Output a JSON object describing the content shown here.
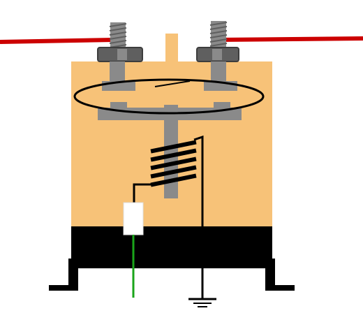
{
  "diagram": {
    "type": "solenoid-schematic",
    "colors": {
      "background": "#ffffff",
      "housing": "#f7c278",
      "base": "#000000",
      "metal": "#8a8a8a",
      "metal_dark": "#5f5f5f",
      "wire_supply": "#cc0000",
      "wire_signal": "#1aa51a",
      "wire_internal": "#000000",
      "switch": "#ffffff",
      "coil": "#000000"
    },
    "parts": [
      "housing",
      "base",
      "terminal-left",
      "terminal-right",
      "contact-disc",
      "plunger",
      "coil",
      "signal-switch",
      "ground"
    ]
  }
}
